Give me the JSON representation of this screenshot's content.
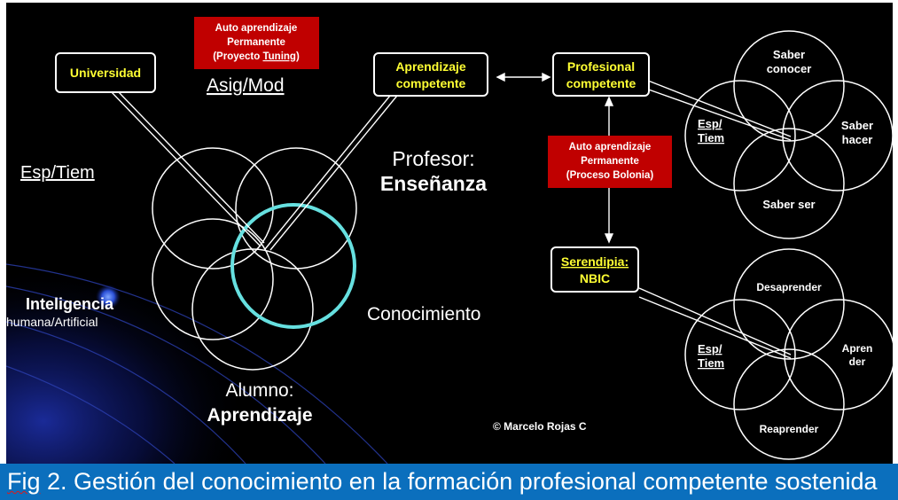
{
  "labels": {
    "esp_tiem_left": "Esp/Tiem",
    "inteligencia": "Inteligencia",
    "humana_artificial": "humana/Artificial",
    "asig_mod": "Asig/Mod",
    "profesor": "Profesor:",
    "ensenanza": "Enseñanza",
    "conocimiento": "Conocimiento",
    "alumno": "Alumno:",
    "aprendizaje": "Aprendizaje",
    "copyright": "© Marcelo Rojas C"
  },
  "boxes": {
    "universidad": "Universidad",
    "aprendizaje_competente": [
      "Aprendizaje",
      "competente"
    ],
    "profesional_competente": [
      "Profesional",
      "competente"
    ],
    "serendipia": [
      "Serendipia:",
      "NBIC"
    ]
  },
  "red_boxes": {
    "tuning": [
      "Auto aprendizaje",
      "Permanente",
      "(Proyecto ",
      "Tuning",
      ")"
    ],
    "bolonia": [
      "Auto aprendizaje",
      "Permanente",
      "(Proceso Bolonia)"
    ]
  },
  "venn_top": {
    "saber_conocer": [
      "Saber",
      "conocer"
    ],
    "saber_hacer": [
      "Saber",
      "hacer"
    ],
    "saber_ser": "Saber ser",
    "esp_tiem": [
      "Esp/",
      "Tiem"
    ]
  },
  "venn_bottom": {
    "desaprender": "Desaprender",
    "aprender": [
      "Apren",
      "der"
    ],
    "reaprender": "Reaprender",
    "esp_tiem": [
      "Esp/",
      "Tiem"
    ]
  },
  "caption": {
    "fig": "Fig",
    "text": " 2. Gestión del conocimiento en la formación profesional competente sostenida"
  },
  "colors": {
    "background": "#000000",
    "caption_bar": "#0b6fbd",
    "box_text": "#ffff33",
    "red_box": "#c00000",
    "highlight_circle": "#66e0e0"
  }
}
